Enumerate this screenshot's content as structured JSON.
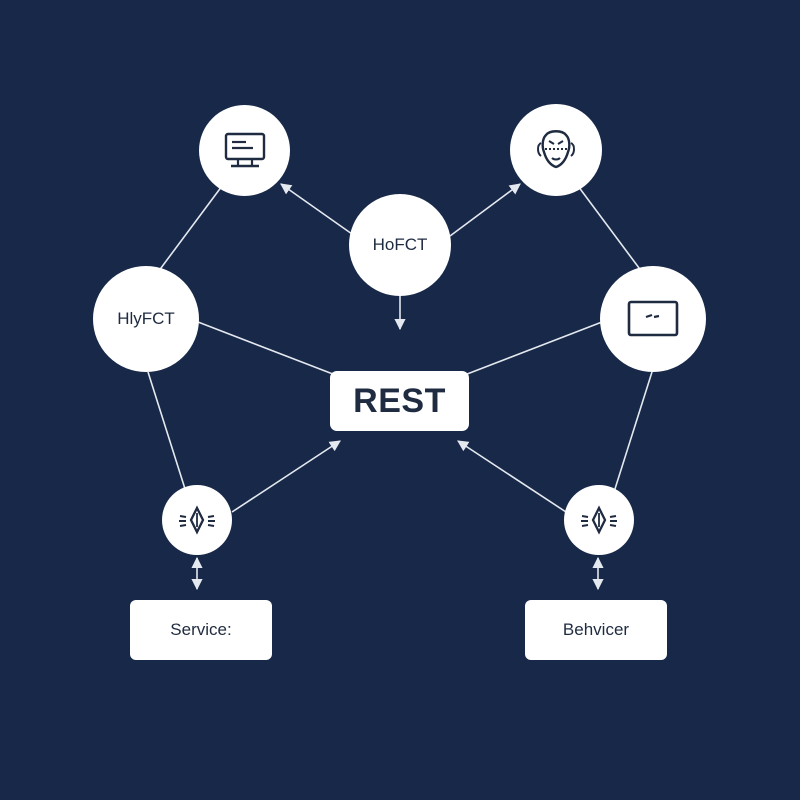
{
  "colors": {
    "background": "#172848",
    "node_fill": "#ffffff",
    "line": "#e4e8ef",
    "text": "#1f2b40"
  },
  "hub": {
    "label": "REST"
  },
  "nodes": {
    "top_center": {
      "label": "HoFCT"
    },
    "left": {
      "label": "HlyFCT"
    },
    "top_left": {
      "icon": "computer-monitor-icon"
    },
    "top_right": {
      "icon": "face-profile-icon"
    },
    "right": {
      "icon": "screen-icon"
    },
    "bottom_left": {
      "icon": "diamond-burst-icon"
    },
    "bottom_right": {
      "icon": "diamond-burst-icon"
    }
  },
  "boxes": {
    "left": {
      "label": "Service:"
    },
    "right": {
      "label": "Behvicer"
    }
  }
}
